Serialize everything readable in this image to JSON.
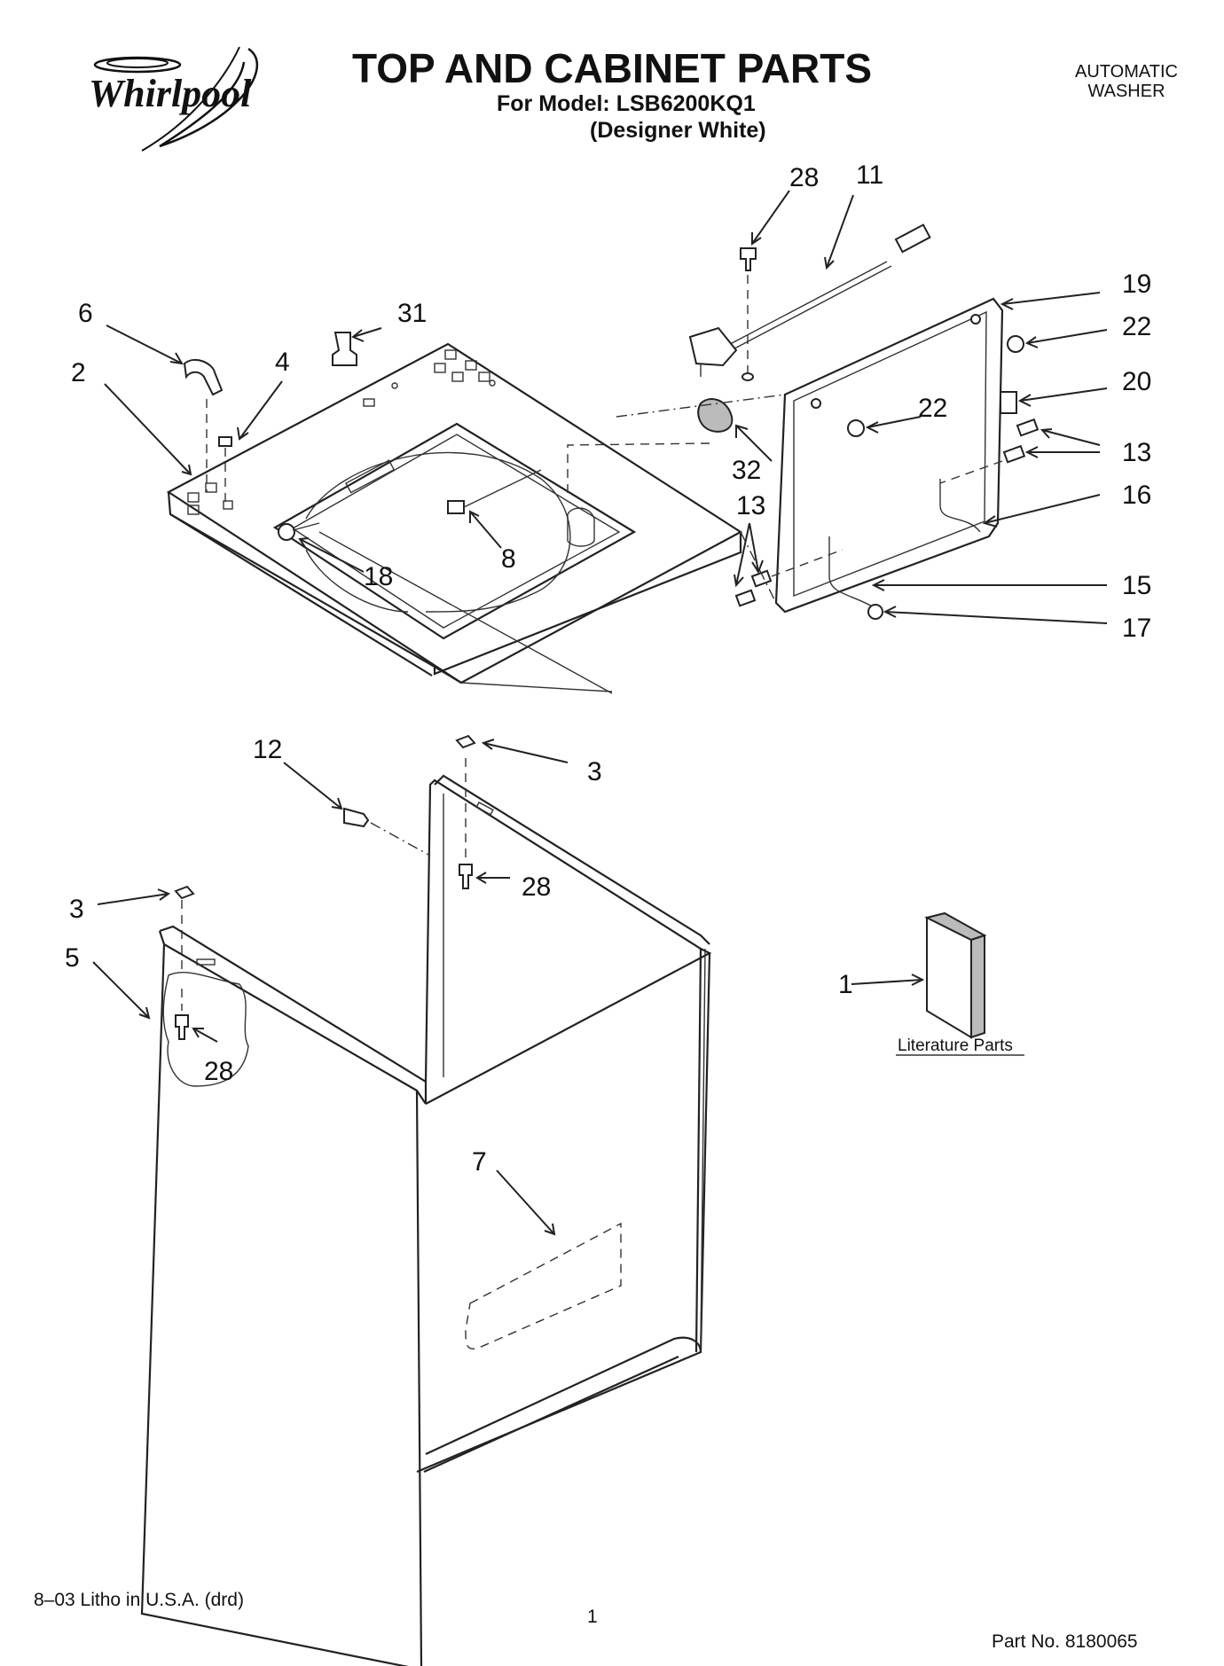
{
  "header": {
    "brand": "Whirlpool",
    "title": "TOP AND CABINET PARTS",
    "model_line": "For Model: LSB6200KQ1",
    "color_line": "(Designer White)",
    "product_line1": "AUTOMATIC",
    "product_line2": "WASHER"
  },
  "footer": {
    "litho": "8–03 Litho in U.S.A. (drd)",
    "page": "1",
    "part_no": "Part No. 8180065"
  },
  "callouts": {
    "c1": "1",
    "c2": "2",
    "c3a": "3",
    "c3b": "3",
    "c4": "4",
    "c5": "5",
    "c6": "6",
    "c7": "7",
    "c8": "8",
    "c11": "11",
    "c12": "12",
    "c13a": "13",
    "c13b": "13",
    "c15": "15",
    "c16": "16",
    "c17": "17",
    "c18": "18",
    "c19": "19",
    "c20": "20",
    "c22a": "22",
    "c22b": "22",
    "c28a": "28",
    "c28b": "28",
    "c28c": "28",
    "c31": "31",
    "c32": "32"
  },
  "literature_label": "Literature Parts",
  "icons": {
    "brand_logo": "whirlpool-swirl-logo"
  }
}
